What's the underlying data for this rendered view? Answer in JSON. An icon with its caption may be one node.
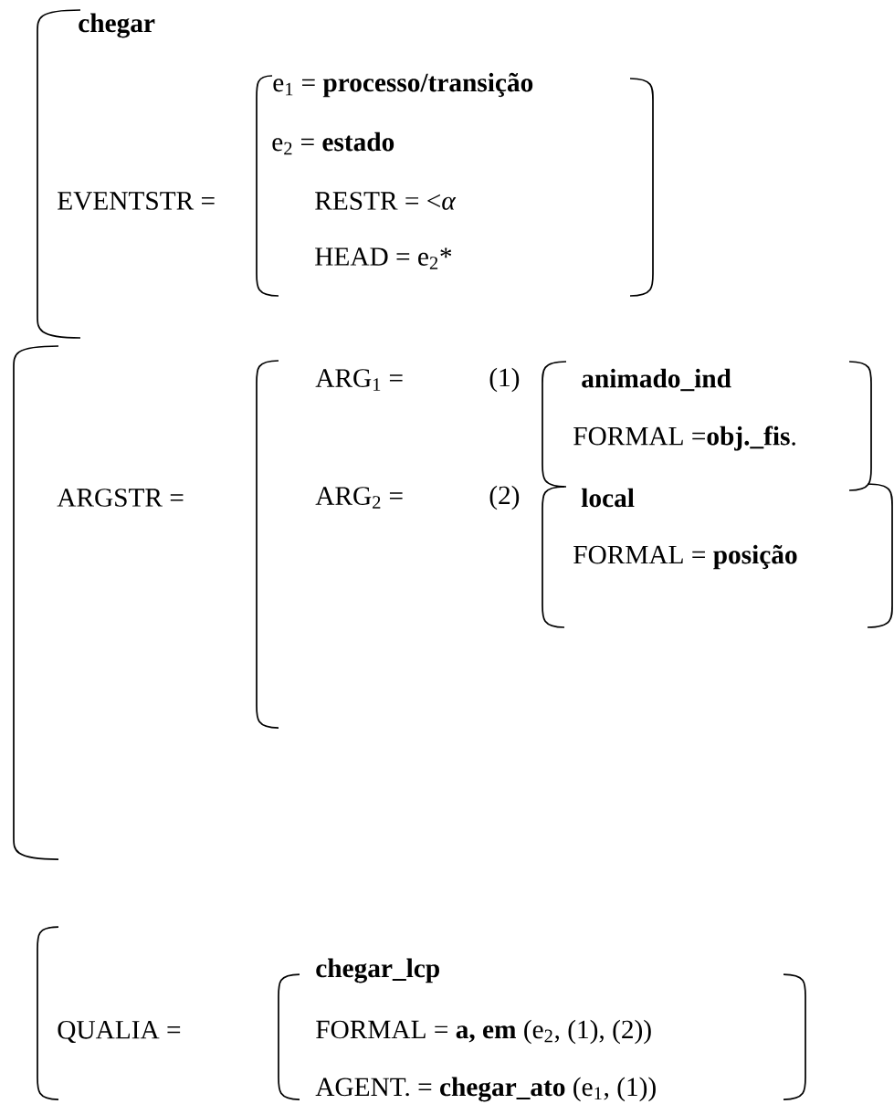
{
  "diagram": {
    "labels": [
      "chegar",
      "EVENTSTR =",
      "e$_{1}$ = **processo/transição**",
      "e$_{2}$ = **estado**",
      "RESTR = <*α*",
      "HEAD = e$_{2}$*",
      "ARGSTR =",
      "ARG$_{1}$ =",
      "(1)",
      "animado_ind",
      "FORMAL =**obj._fis**.",
      "ARG$_{2}$ =",
      "(2)",
      "local",
      "FORMAL = **posição**",
      "QUALIA =",
      "chegar_lcp",
      "FORMAL = **a, em** (e$_{2}$, (1), (2))",
      "AGENT. =  **chegar_ato** (e$_{1}$, (1))"
    ]
  }
}
